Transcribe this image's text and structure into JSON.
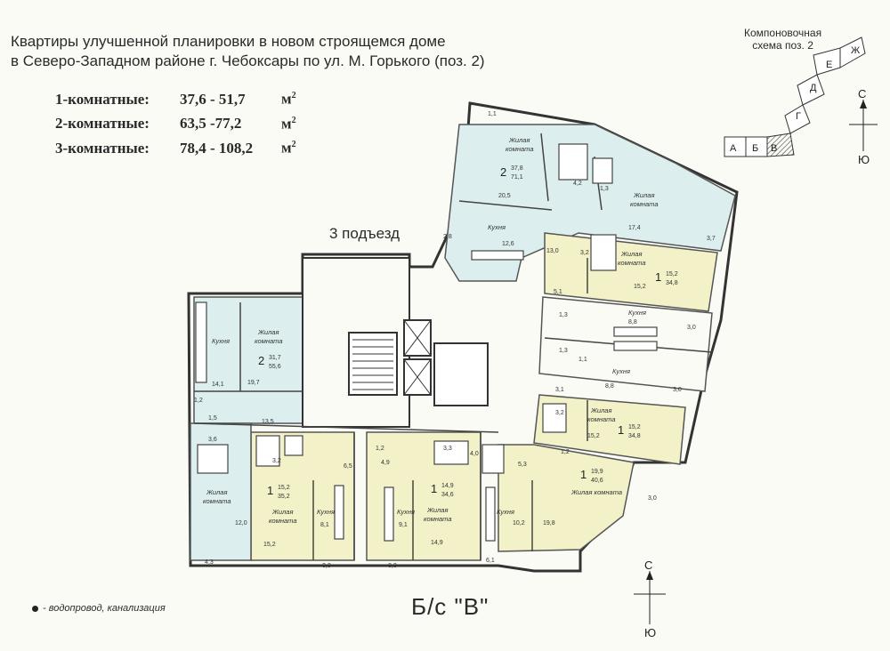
{
  "header": {
    "line1": "Квартиры улучшенной планировки в новом строящемся доме",
    "line2": "в Северо-Западном районе г. Чебоксары по ул. М. Горького (поз. 2)"
  },
  "apartment_sizes": [
    {
      "label": "1-комнатные:",
      "value": "37,6 - 51,7",
      "unit": "м"
    },
    {
      "label": "2-комнатные:",
      "value": "63,5 -77,2",
      "unit": "м"
    },
    {
      "label": "3-комнатные:",
      "value": "78,4 - 108,2",
      "unit": "м"
    }
  ],
  "composition": {
    "title_line1": "Компоновочная",
    "title_line2": "схема поз. 2",
    "sections": [
      "А",
      "Б",
      "В",
      "Г",
      "Д",
      "Е",
      "Ж"
    ]
  },
  "compass": {
    "north": "С",
    "south": "Ю"
  },
  "entrance_label": "3 подъезд",
  "section_label": "Б/с \"В\"",
  "legend_text": "- водопровод, канализация",
  "rooms": {
    "living": "Жилая комната",
    "kitchen": "Кухня",
    "living_l1": "Жилая",
    "living_l2": "комната"
  },
  "apartments": {
    "a1": {
      "rooms": "2",
      "living": "37,8",
      "total": "71,1"
    },
    "a2": {
      "rooms": "2",
      "living": "31,7",
      "total": "55,6"
    },
    "a3": {
      "rooms": "1",
      "living": "15,2",
      "total": "34,8"
    },
    "a4": {
      "rooms": "1",
      "living": "15,2",
      "total": "34,8"
    },
    "a5": {
      "rooms": "1",
      "living": "19,9",
      "total": "40,6"
    },
    "a6": {
      "rooms": "1",
      "living": "14,9",
      "total": "34,6"
    },
    "a7": {
      "rooms": "1",
      "living": "15,2",
      "total": "35,2"
    }
  },
  "areas": [
    "1,1",
    "20,5",
    "4,2",
    "1,3",
    "17,4",
    "2,8",
    "12,6",
    "13,0",
    "3,7",
    "3,2",
    "15,2",
    "5,1",
    "1,3",
    "8,8",
    "3,0",
    "1,3",
    "1,1",
    "8,8",
    "3,0",
    "3,1",
    "3,2",
    "15,2",
    "1,2",
    "1,5",
    "14,1",
    "19,7",
    "13,5",
    "3,6",
    "3,2",
    "6,5",
    "1,2",
    "4,9",
    "3,3",
    "4,0",
    "5,3",
    "1,2",
    "12,0",
    "15,2",
    "8,1",
    "9,1",
    "14,9",
    "10,2",
    "19,8",
    "3,0",
    "4,3",
    "3,3",
    "3,3",
    "6,1"
  ]
}
